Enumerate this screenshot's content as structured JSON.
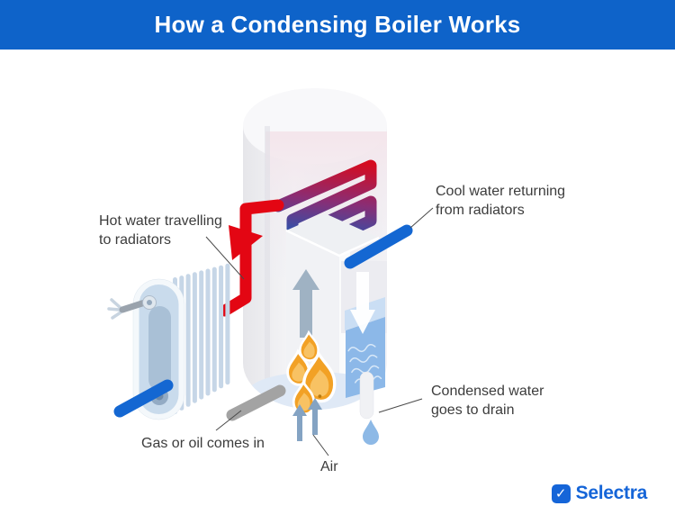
{
  "header": {
    "title": "How a Condensing Boiler Works",
    "background": "#0e63c9"
  },
  "diagram": {
    "labels": {
      "hot_water": {
        "line1": "Hot water travelling",
        "line2": "to radiators"
      },
      "cool_water": {
        "line1": "Cool water returning",
        "line2": "from radiators"
      },
      "condensed_water": {
        "line1": "Condensed water",
        "line2": "goes to drain"
      },
      "gas_oil": {
        "text": "Gas or oil comes in"
      },
      "air": {
        "text": "Air"
      }
    },
    "colors": {
      "hot_pipe": "#e30613",
      "cool_pipe": "#1467d2",
      "gas_pipe": "#a3a3a3",
      "flame": "#f2a125",
      "flame_highlight": "#f8c263",
      "water": "#8cb8e8",
      "water_back": "#cadef4",
      "droplet": "#8db9e6",
      "exhaust_arrow": "#9fb2c3",
      "air_arrow": "#84a3c3"
    }
  },
  "footer": {
    "brand": "Selectra",
    "brand_color": "#1565d8"
  }
}
